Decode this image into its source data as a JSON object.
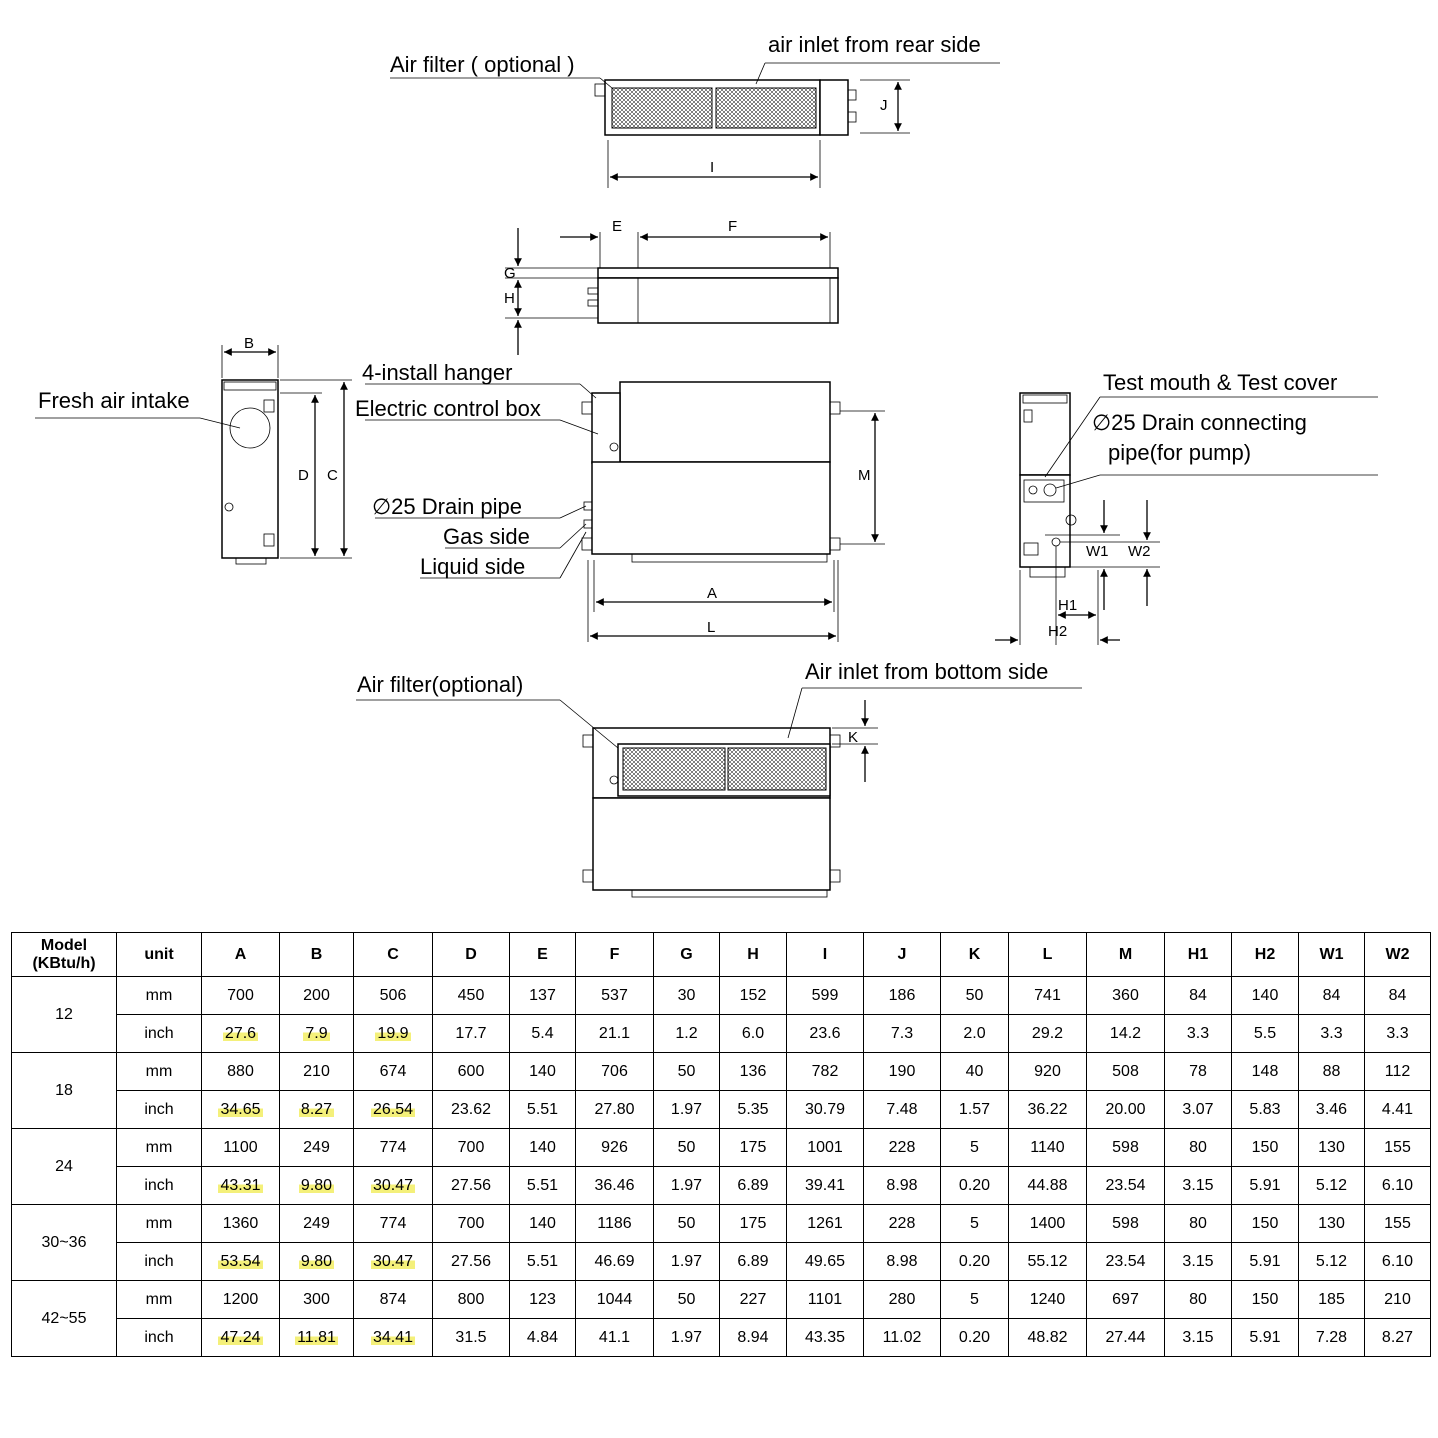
{
  "labels": {
    "air_filter_optional_top": "Air filter ( optional )",
    "air_inlet_rear": "air inlet from rear side",
    "fresh_air_intake": "Fresh air intake",
    "install_hanger": "4-install hanger",
    "electric_control_box": "Electric control box",
    "drain_pipe": "∅25 Drain pipe",
    "gas_side": "Gas side",
    "liquid_side": "Liquid side",
    "test_mouth": "Test mouth & Test cover",
    "drain_connecting_1": "∅25 Drain connecting",
    "drain_connecting_2": "pipe(for pump)",
    "air_filter_optional_bottom": "Air filter(optional)",
    "air_inlet_bottom": "Air inlet from bottom side"
  },
  "dimension_letters": {
    "I": "I",
    "J": "J",
    "E": "E",
    "F": "F",
    "G": "G",
    "H": "H",
    "B": "B",
    "C": "C",
    "D": "D",
    "M": "M",
    "A": "A",
    "L": "L",
    "K": "K",
    "H1": "H1",
    "H2": "H2",
    "W1": "W1",
    "W2": "W2"
  },
  "table": {
    "headers": [
      "Model\n(KBtu/h)",
      "unit",
      "A",
      "B",
      "C",
      "D",
      "E",
      "F",
      "G",
      "H",
      "I",
      "J",
      "K",
      "L",
      "M",
      "H1",
      "H2",
      "W1",
      "W2"
    ],
    "models": [
      {
        "model": "12",
        "rows": [
          {
            "unit": "mm",
            "values": [
              "700",
              "200",
              "506",
              "450",
              "137",
              "537",
              "30",
              "152",
              "599",
              "186",
              "50",
              "741",
              "360",
              "84",
              "140",
              "84",
              "84"
            ]
          },
          {
            "unit": "inch",
            "values": [
              "27.6",
              "7.9",
              "19.9",
              "17.7",
              "5.4",
              "21.1",
              "1.2",
              "6.0",
              "23.6",
              "7.3",
              "2.0",
              "29.2",
              "14.2",
              "3.3",
              "5.5",
              "3.3",
              "3.3"
            ]
          }
        ]
      },
      {
        "model": "18",
        "rows": [
          {
            "unit": "mm",
            "values": [
              "880",
              "210",
              "674",
              "600",
              "140",
              "706",
              "50",
              "136",
              "782",
              "190",
              "40",
              "920",
              "508",
              "78",
              "148",
              "88",
              "112"
            ]
          },
          {
            "unit": "inch",
            "values": [
              "34.65",
              "8.27",
              "26.54",
              "23.62",
              "5.51",
              "27.80",
              "1.97",
              "5.35",
              "30.79",
              "7.48",
              "1.57",
              "36.22",
              "20.00",
              "3.07",
              "5.83",
              "3.46",
              "4.41"
            ]
          }
        ]
      },
      {
        "model": "24",
        "rows": [
          {
            "unit": "mm",
            "values": [
              "1100",
              "249",
              "774",
              "700",
              "140",
              "926",
              "50",
              "175",
              "1001",
              "228",
              "5",
              "1140",
              "598",
              "80",
              "150",
              "130",
              "155"
            ]
          },
          {
            "unit": "inch",
            "values": [
              "43.31",
              "9.80",
              "30.47",
              "27.56",
              "5.51",
              "36.46",
              "1.97",
              "6.89",
              "39.41",
              "8.98",
              "0.20",
              "44.88",
              "23.54",
              "3.15",
              "5.91",
              "5.12",
              "6.10"
            ]
          }
        ]
      },
      {
        "model": "30~36",
        "rows": [
          {
            "unit": "mm",
            "values": [
              "1360",
              "249",
              "774",
              "700",
              "140",
              "1186",
              "50",
              "175",
              "1261",
              "228",
              "5",
              "1400",
              "598",
              "80",
              "150",
              "130",
              "155"
            ]
          },
          {
            "unit": "inch",
            "values": [
              "53.54",
              "9.80",
              "30.47",
              "27.56",
              "5.51",
              "46.69",
              "1.97",
              "6.89",
              "49.65",
              "8.98",
              "0.20",
              "55.12",
              "23.54",
              "3.15",
              "5.91",
              "5.12",
              "6.10"
            ]
          }
        ]
      },
      {
        "model": "42~55",
        "rows": [
          {
            "unit": "mm",
            "values": [
              "1200",
              "300",
              "874",
              "800",
              "123",
              "1044",
              "50",
              "227",
              "1101",
              "280",
              "5",
              "1240",
              "697",
              "80",
              "150",
              "185",
              "210"
            ]
          },
          {
            "unit": "inch",
            "values": [
              "47.24",
              "11.81",
              "34.41",
              "31.5",
              "4.84",
              "41.1",
              "1.97",
              "8.94",
              "43.35",
              "11.02",
              "0.20",
              "48.82",
              "27.44",
              "3.15",
              "5.91",
              "7.28",
              "8.27"
            ]
          }
        ]
      }
    ],
    "highlight_color": "#f4f07a"
  }
}
